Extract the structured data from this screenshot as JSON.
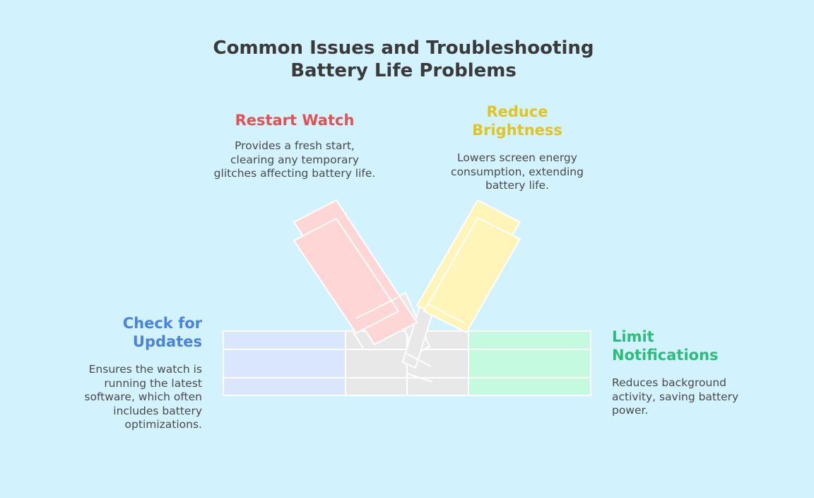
{
  "title": {
    "line1": "Common Issues and Troubleshooting",
    "line2": "Battery Life Problems"
  },
  "items": [
    {
      "heading": [
        "Restart Watch"
      ],
      "description": "Provides a fresh start, clearing any temporary glitches affecting battery life.",
      "color": "#e05252"
    },
    {
      "heading": [
        "Reduce",
        "Brightness"
      ],
      "description": "Lowers screen energy consumption, extending battery life.",
      "color": "#e0c420"
    },
    {
      "heading": [
        "Check for",
        "Updates"
      ],
      "description": "Ensures the watch is running the latest software, which often includes battery optimizations.",
      "color": "#4a82e0"
    },
    {
      "heading": [
        "Limit",
        "Notifications"
      ],
      "description": "Reduces background activity, saving battery power.",
      "color": "#2dbd7a"
    }
  ],
  "colors": {
    "background": "#d2f2fd",
    "restart_fill": "#ffd6d6",
    "brightness_fill": "#fff5b8",
    "updates_fill": "#dae6fd",
    "notifications_fill": "#c6fae0",
    "center_fill": "#e8e8e8",
    "outline": "#ffffff"
  }
}
